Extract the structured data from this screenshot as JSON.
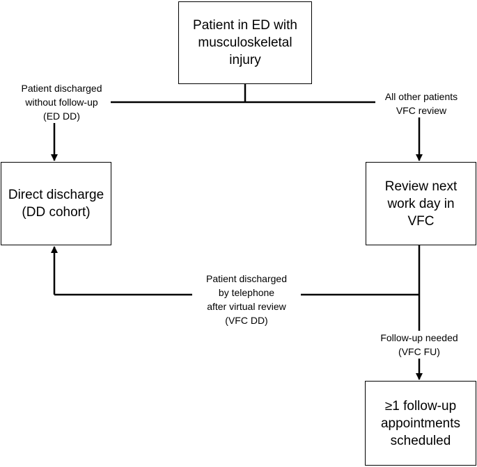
{
  "nodes": {
    "start": "Patient in ED with\nmusculoskeletal\ninjury",
    "direct_discharge": "Direct discharge\n(DD cohort)",
    "vfc_review": "Review next\nwork day in\nVFC",
    "follow_up": "≥1 follow-up\nappointments\nscheduled"
  },
  "edges": {
    "ed_dd": "Patient discharged\nwithout follow-up\n(ED DD)",
    "vfc": "All other patients\nVFC review",
    "vfc_dd": "Patient discharged\nby telephone\nafter virtual review\n(VFC DD)",
    "vfc_fu": "Follow-up needed\n(VFC FU)"
  }
}
